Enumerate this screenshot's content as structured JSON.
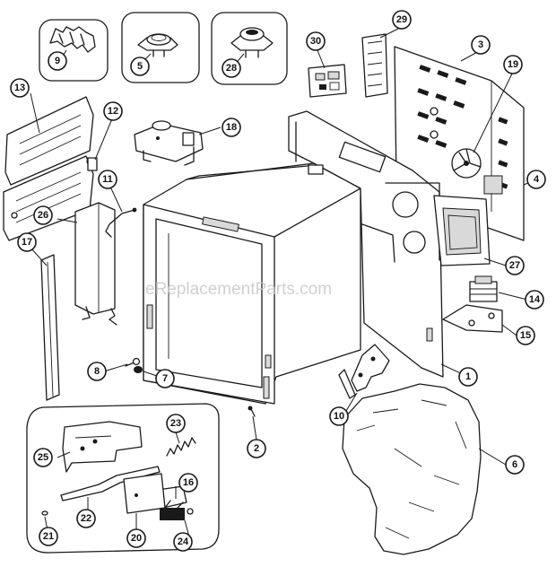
{
  "watermark": "eReplacementParts.com",
  "callouts": [
    {
      "id": "c1",
      "label": "1"
    },
    {
      "id": "c2",
      "label": "2"
    },
    {
      "id": "c3",
      "label": "3"
    },
    {
      "id": "c4",
      "label": "4"
    },
    {
      "id": "c5",
      "label": "5"
    },
    {
      "id": "c6",
      "label": "6"
    },
    {
      "id": "c7",
      "label": "7"
    },
    {
      "id": "c8",
      "label": "8"
    },
    {
      "id": "c9",
      "label": "9"
    },
    {
      "id": "c10",
      "label": "10"
    },
    {
      "id": "c11",
      "label": "11"
    },
    {
      "id": "c12",
      "label": "12"
    },
    {
      "id": "c13",
      "label": "13"
    },
    {
      "id": "c14",
      "label": "14"
    },
    {
      "id": "c15",
      "label": "15"
    },
    {
      "id": "c16",
      "label": "16"
    },
    {
      "id": "c17",
      "label": "17"
    },
    {
      "id": "c18",
      "label": "18"
    },
    {
      "id": "c19",
      "label": "19"
    },
    {
      "id": "c20",
      "label": "20"
    },
    {
      "id": "c21",
      "label": "21"
    },
    {
      "id": "c22",
      "label": "22"
    },
    {
      "id": "c23",
      "label": "23"
    },
    {
      "id": "c24",
      "label": "24"
    },
    {
      "id": "c25",
      "label": "25"
    },
    {
      "id": "c26",
      "label": "26"
    },
    {
      "id": "c27",
      "label": "27"
    },
    {
      "id": "c28",
      "label": "28"
    },
    {
      "id": "c29",
      "label": "29"
    },
    {
      "id": "c30",
      "label": "30"
    }
  ]
}
